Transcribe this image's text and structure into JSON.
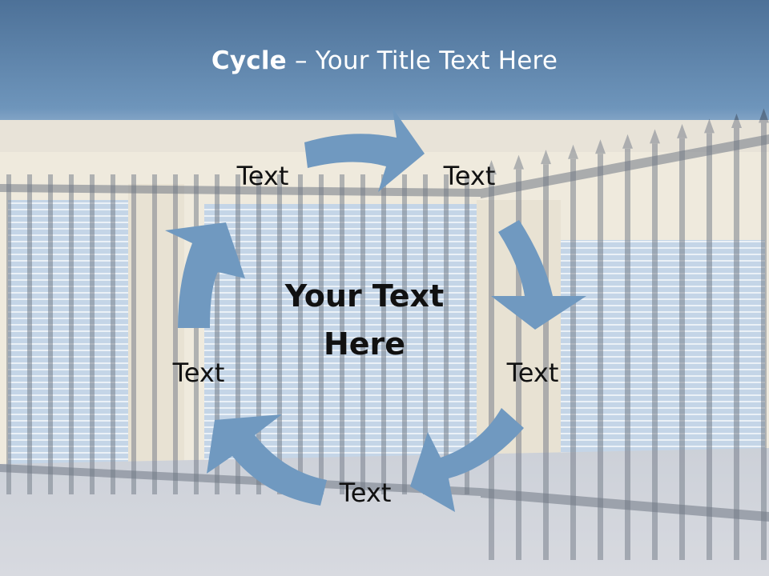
{
  "slide": {
    "title_bold": "Cycle",
    "title_rest": " – Your Title Text Here",
    "center_line1": "Your Text",
    "center_line2": "Here",
    "nodes": [
      "Text",
      "Text",
      "Text",
      "Text",
      "Text"
    ]
  },
  "colors": {
    "arrow": "#7099c0",
    "header_top": "#4f739a",
    "header_bottom": "#7ea4c6",
    "wall": "#ece5d3",
    "shutter": "#a9c1db",
    "fence": "#3b4657"
  }
}
